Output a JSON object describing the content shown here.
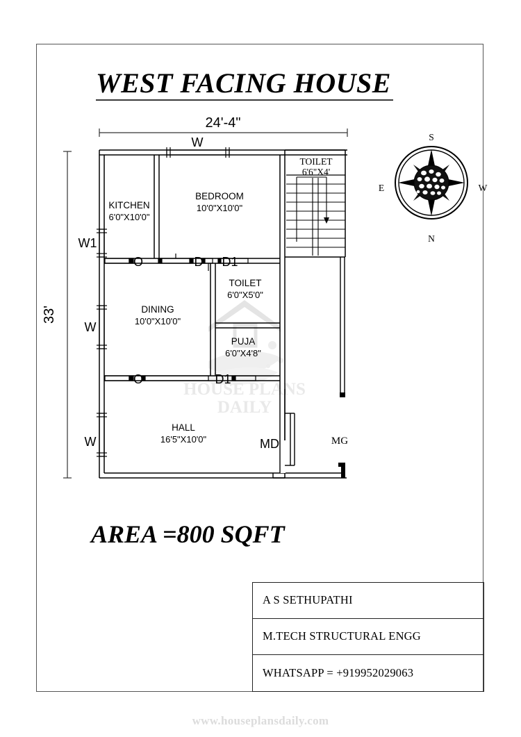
{
  "sheet": {
    "title": "WEST FACING HOUSE",
    "area_label": "AREA =800 SQFT",
    "footer": "www.houseplansdaily.com",
    "watermark": {
      "line1": "HOUSE PLANS",
      "line2": "DAILY"
    }
  },
  "dimensions": {
    "width_label": "24'-4\"",
    "height_label": "33'"
  },
  "compass": {
    "top": "S",
    "bottom": "N",
    "left": "E",
    "right": "W"
  },
  "rooms": [
    {
      "name": "KITCHEN",
      "size": "6'0\"X10'0\""
    },
    {
      "name": "BEDROOM",
      "size": "10'0\"X10'0\""
    },
    {
      "name": "TOILET",
      "size": "6'6\"X4'"
    },
    {
      "name": "DINING",
      "size": "10'0\"X10'0\""
    },
    {
      "name": "TOILET",
      "size": "6'0\"X5'0\""
    },
    {
      "name": "PUJA",
      "size": "6'0\"X4'8\""
    },
    {
      "name": "HALL",
      "size": "16'5\"X10'0\""
    }
  ],
  "markers": {
    "window_top": "W",
    "window_left_1": "W1",
    "window_left_2": "W",
    "window_left_3": "W",
    "opening_1": "O",
    "door_d": "D",
    "door_d1_top": "D1",
    "opening_2": "O",
    "door_d1_bottom": "D1",
    "main_door": "MD",
    "main_gate": "MG"
  },
  "info": {
    "rows": [
      "A S SETHUPATHI",
      "M.TECH STRUCTURAL ENGG",
      "WHATSAPP = +919952029063"
    ]
  },
  "colors": {
    "ink": "#000000",
    "frame": "#555555",
    "watermark": "#e9e9e9",
    "footer": "#dcdcdc"
  }
}
